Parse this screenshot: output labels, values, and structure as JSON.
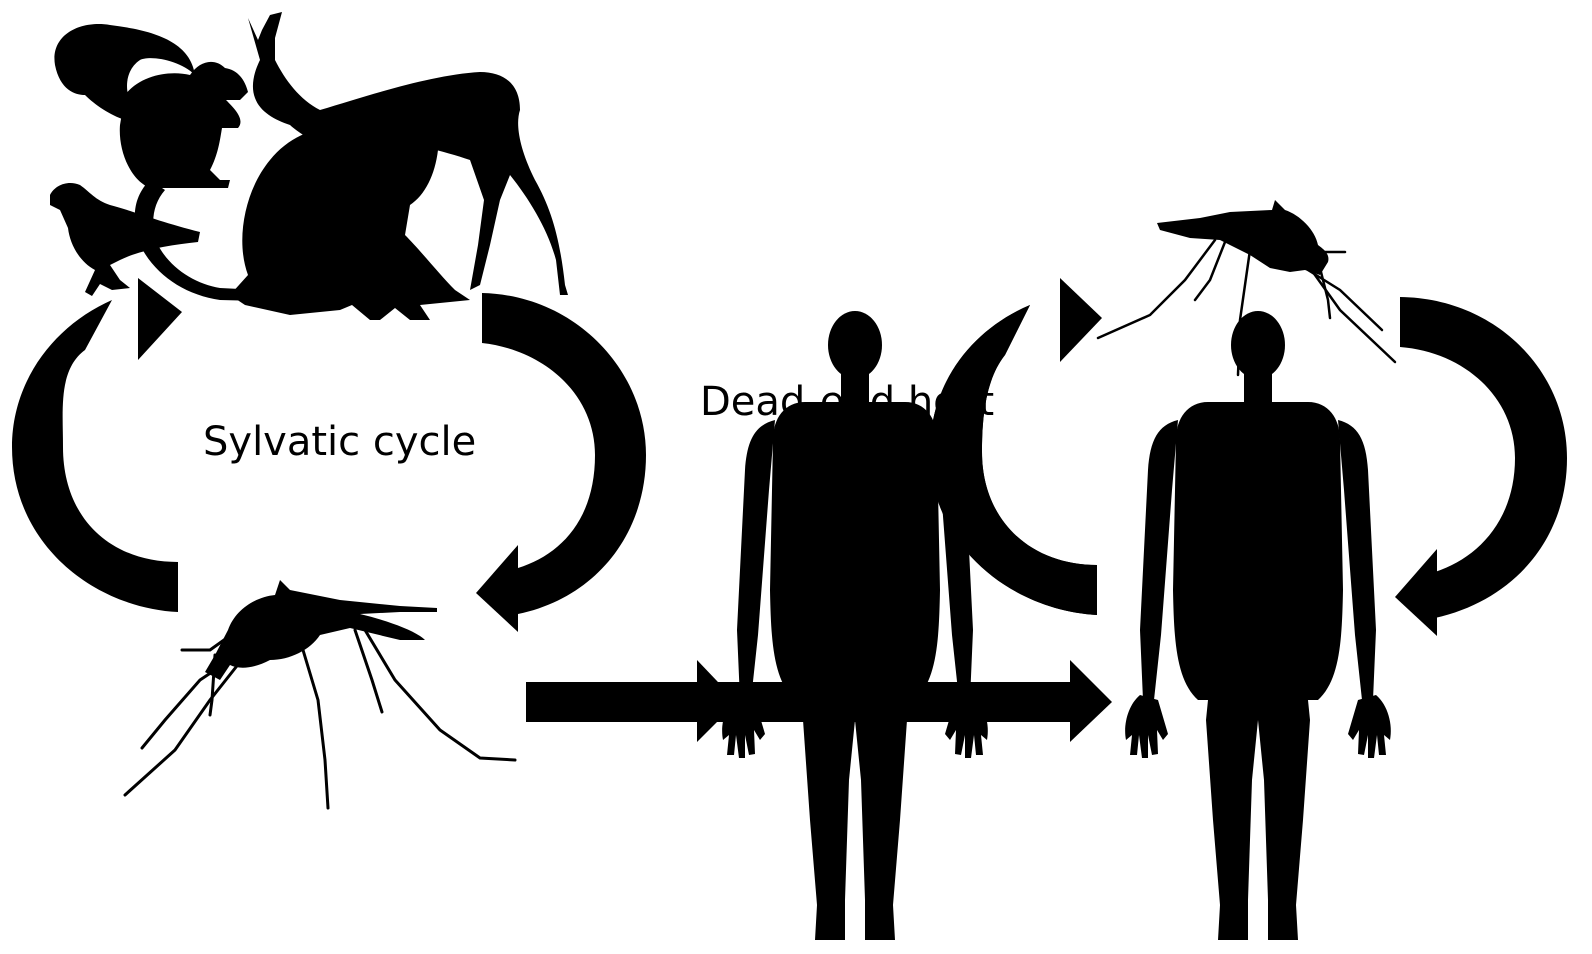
{
  "diagram": {
    "labels": {
      "sylvatic": "Sylvatic cycle",
      "dead_end": "Dead-end host"
    },
    "nodes": [
      {
        "id": "wild-animals",
        "icon": "wild-animals-silhouette-icon"
      },
      {
        "id": "sylvatic-mosquito",
        "icon": "mosquito-icon"
      },
      {
        "id": "dead-end-human",
        "icon": "human-silhouette-icon"
      },
      {
        "id": "urban-mosquito",
        "icon": "mosquito-icon"
      },
      {
        "id": "urban-human",
        "icon": "human-silhouette-icon"
      }
    ],
    "colors": {
      "ink": "#000000",
      "background": "#ffffff"
    }
  }
}
